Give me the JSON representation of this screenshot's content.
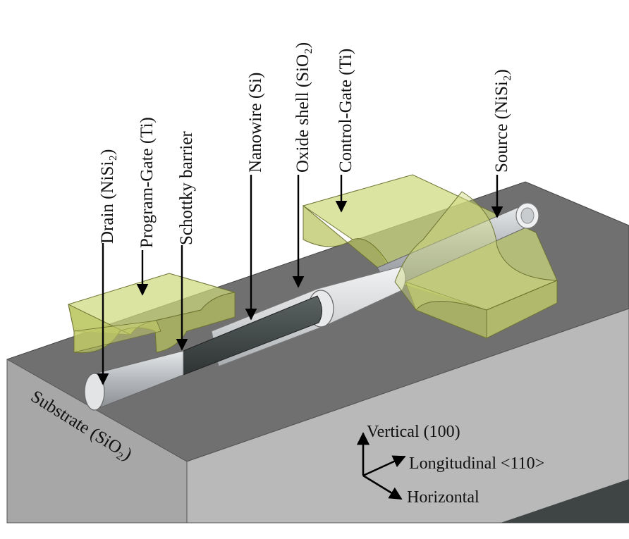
{
  "labels": {
    "drain": "Drain (NiSi₂)",
    "program_gate": "Program-Gate (Ti)",
    "schottky": "Schottky barrier",
    "nanowire": "Nanowire (Si)",
    "oxide_shell": "Oxide shell (SiO₂)",
    "control_gate": "Control-Gate (Ti)",
    "source": "Source (NiSi₂)",
    "substrate": "Substrate (SiO₂)"
  },
  "axes": {
    "vertical": "Vertical (100)",
    "longitudinal": "Longitudinal <110>",
    "horizontal": "Horizontal"
  },
  "colors": {
    "substrate_top": "#707070",
    "substrate_front": "#a9a9a9",
    "substrate_side": "#b8b8b8",
    "gate_fill": "#cbd67a",
    "nanowire_dark": "#3e4444",
    "metal": "#b4b8bc",
    "oxide": "#dcdedf"
  }
}
